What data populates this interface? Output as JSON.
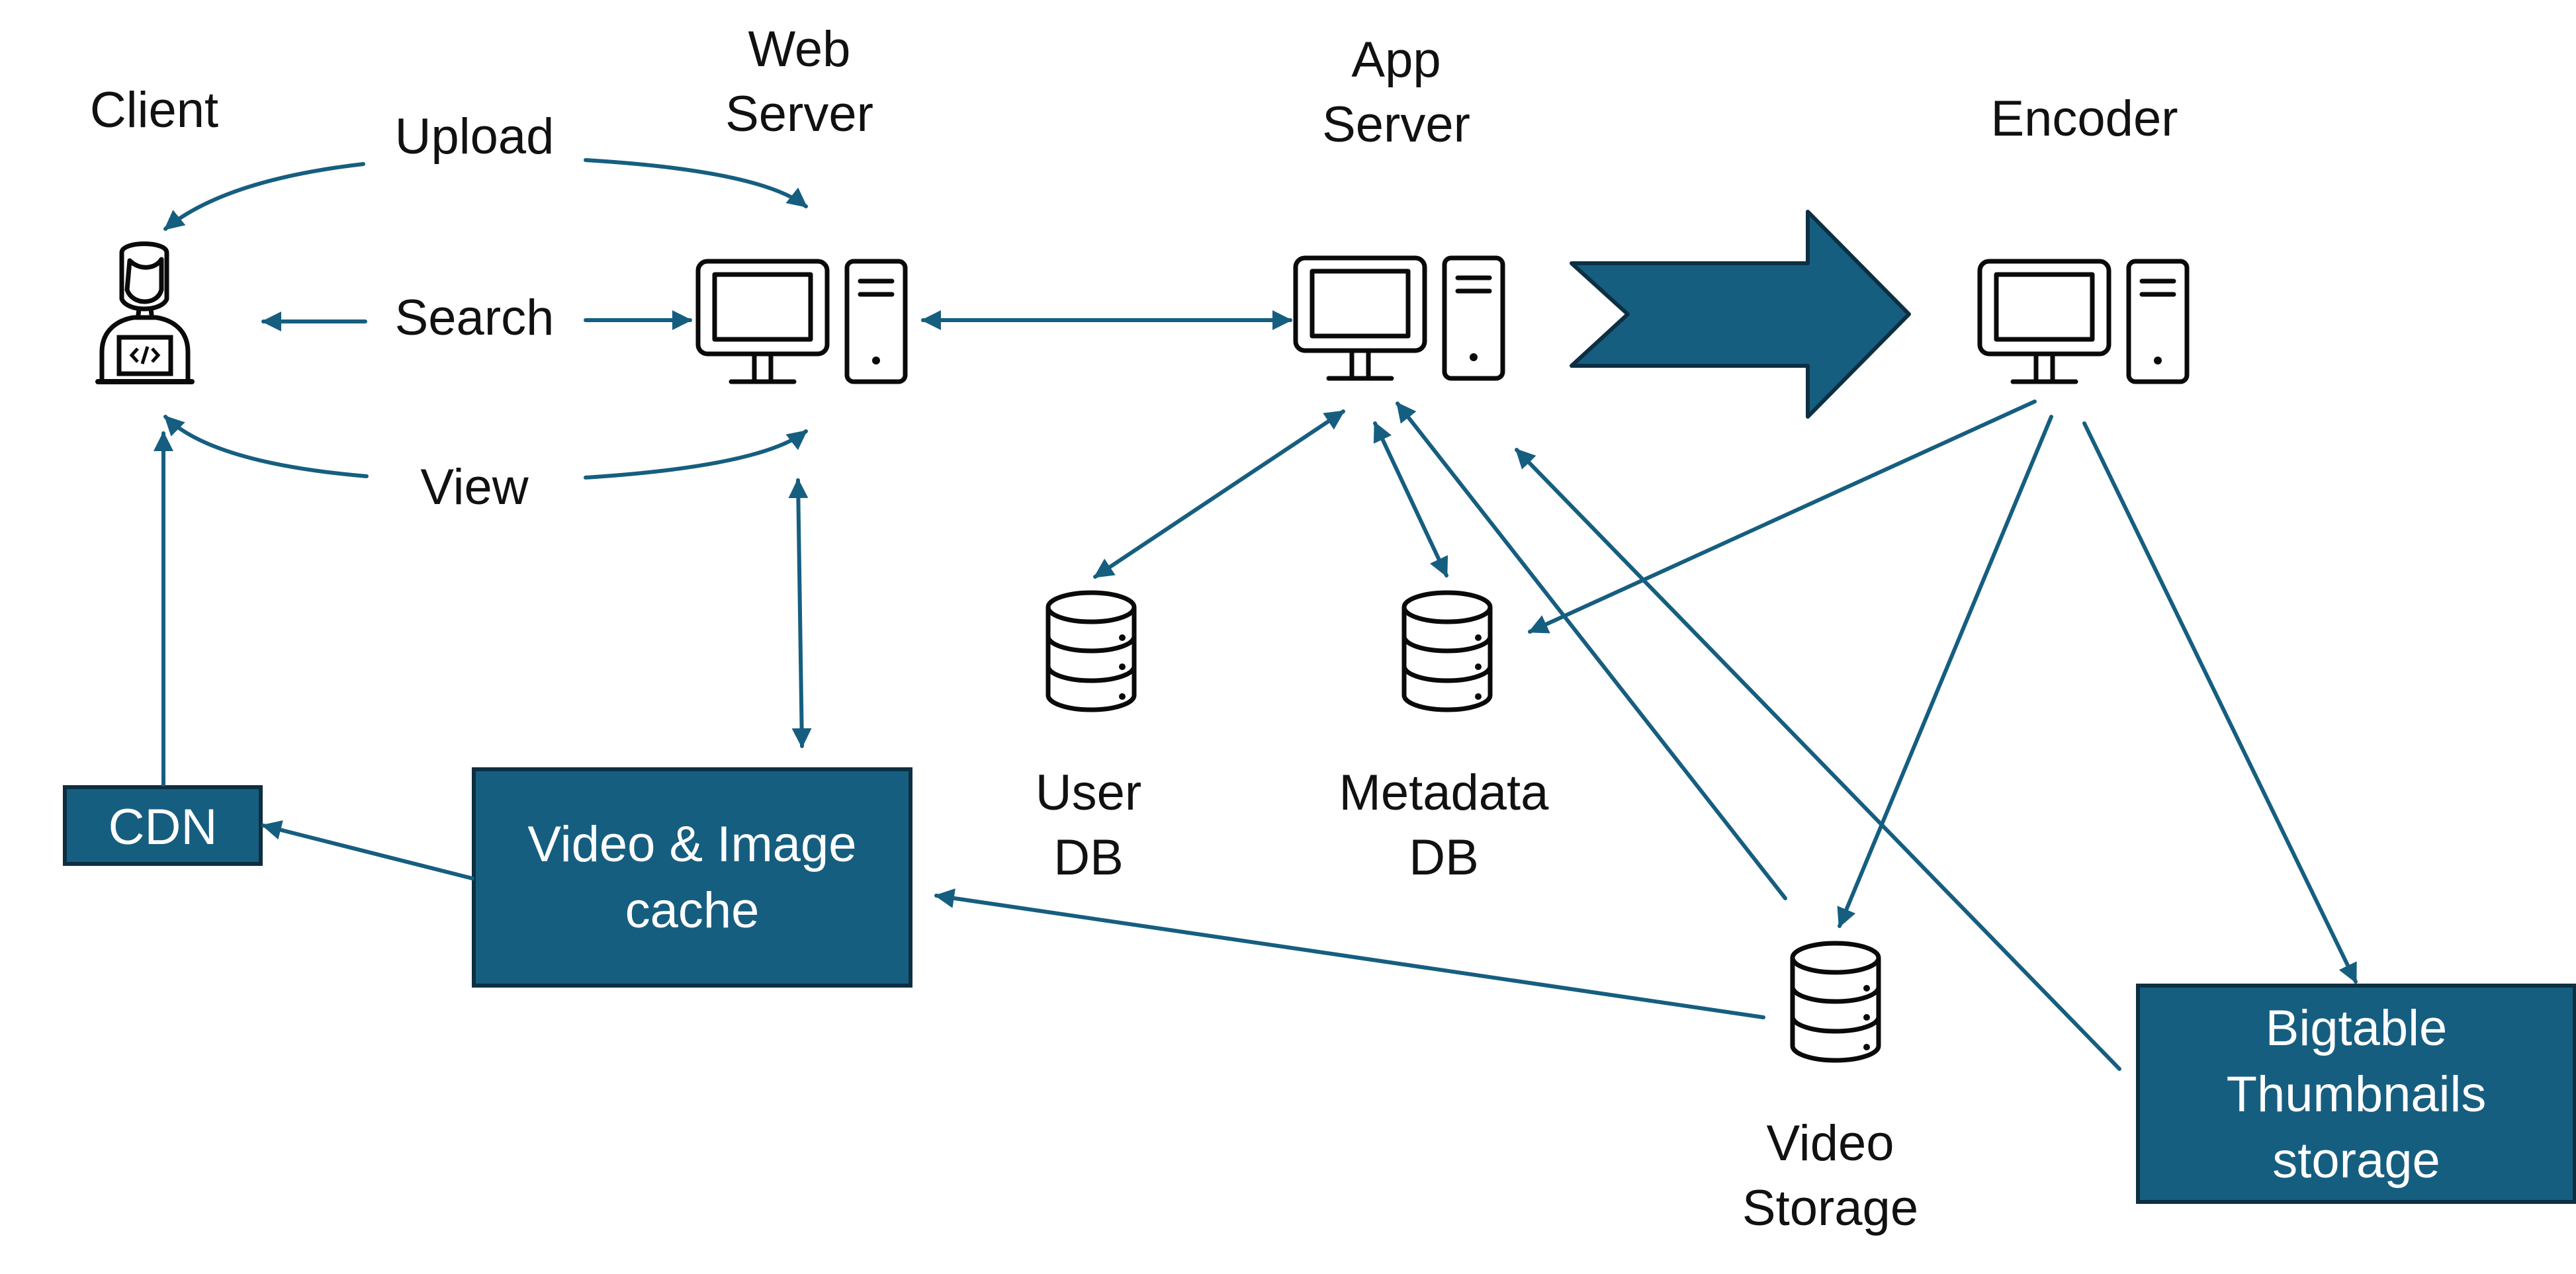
{
  "colors": {
    "accent": "#165e80",
    "box_border": "#0d2f42",
    "text": "#111111",
    "box_text": "#ffffff",
    "icon": "#0a0a0a"
  },
  "labels": {
    "client": "Client",
    "web_server": [
      "Web",
      "Server"
    ],
    "app_server": [
      "App",
      "Server"
    ],
    "encoder": "Encoder",
    "upload": "Upload",
    "search": "Search",
    "view": "View",
    "user_db": [
      "User",
      "DB"
    ],
    "metadata_db": [
      "Metadata",
      "DB"
    ],
    "video_storage": [
      "Video",
      "Storage"
    ]
  },
  "boxes": {
    "cdn": "CDN",
    "cache": [
      "Video & Image",
      "cache"
    ],
    "bigtable": [
      "Bigtable",
      "Thumbnails",
      "storage"
    ]
  },
  "icons": {
    "client": "developer-person-icon",
    "servers": "computer-tower-icon",
    "databases": "database-cylinder-icon",
    "flow": "large-chevron-arrow-icon"
  }
}
